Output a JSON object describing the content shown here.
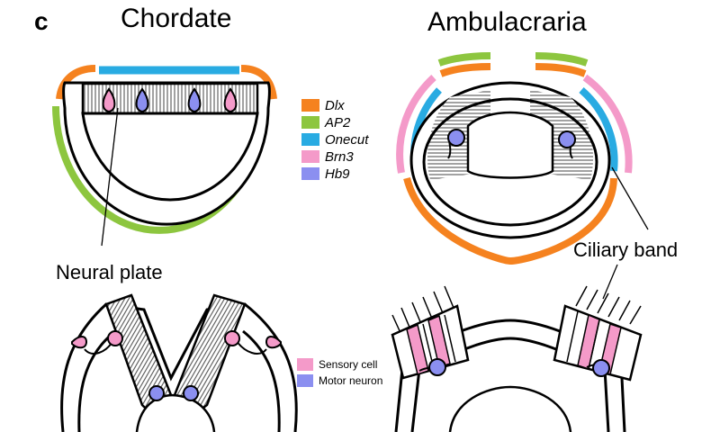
{
  "panel_letter": "c",
  "titles": {
    "left": "Chordate",
    "right": "Ambulacraria"
  },
  "labels": {
    "neural_plate": "Neural plate",
    "ciliary_band": "Ciliary band"
  },
  "gene_legend": [
    {
      "name": "Dlx",
      "color": "#f5821f"
    },
    {
      "name": "AP2",
      "color": "#8dc63f"
    },
    {
      "name": "Onecut",
      "color": "#29abe2"
    },
    {
      "name": "Brn3",
      "color": "#f49ac9"
    },
    {
      "name": "Hb9",
      "color": "#8b8ff0"
    }
  ],
  "cell_legend": [
    {
      "name": "Sensory cell",
      "color": "#f49ac9"
    },
    {
      "name": "Motor neuron",
      "color": "#8b8ff0"
    }
  ]
}
